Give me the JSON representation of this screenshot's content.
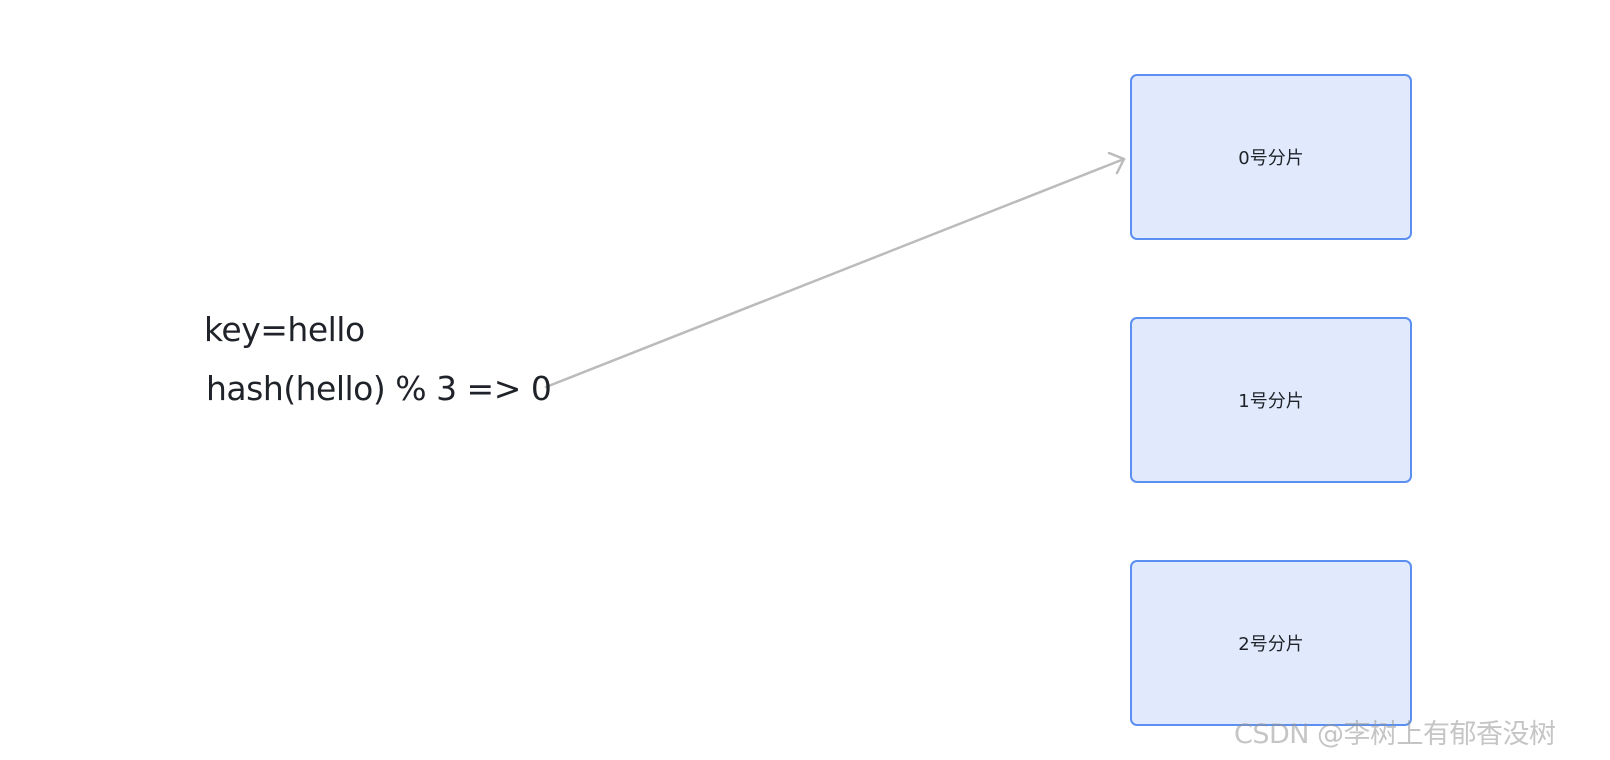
{
  "left_text": {
    "line1": "key=hello",
    "line2": "hash(hello) % 3 => 0"
  },
  "shards": [
    {
      "label": "0号分片"
    },
    {
      "label": "1号分片"
    },
    {
      "label": "2号分片"
    }
  ],
  "arrow": {
    "from": "hash-text",
    "to": "0号分片",
    "color": "#bbbbbb"
  },
  "watermark": "CSDN @李树上有郁香没树",
  "colors": {
    "shard_fill": "#e1eafc",
    "shard_border": "#5b8ff0",
    "text": "#1f2329"
  }
}
